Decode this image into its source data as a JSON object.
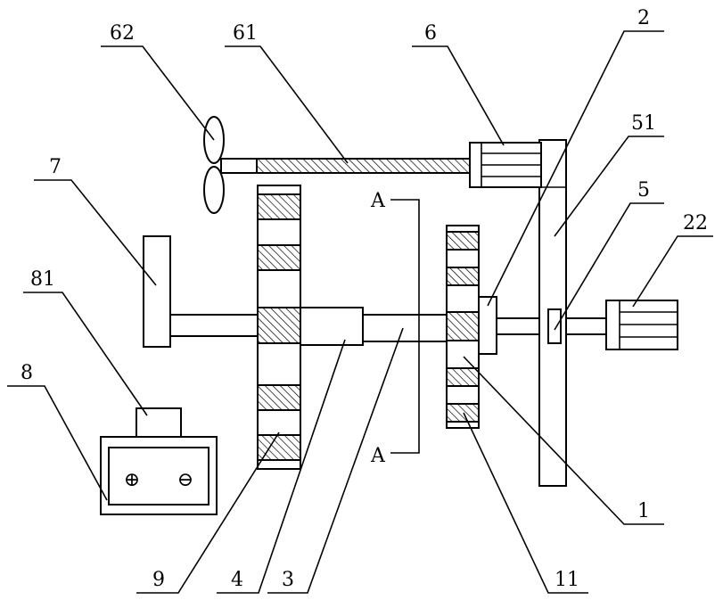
{
  "labels": {
    "n62": "62",
    "n61": "61",
    "n6": "6",
    "n2": "2",
    "n51": "51",
    "n5": "5",
    "n22": "22",
    "n7": "7",
    "n81": "81",
    "n8": "8",
    "n9": "9",
    "n4": "4",
    "n3": "3",
    "n11": "11",
    "n1": "1",
    "sectionTop": "A",
    "sectionBottom": "A",
    "batteryPlus": "⊕",
    "batteryMinus": "⊖"
  }
}
